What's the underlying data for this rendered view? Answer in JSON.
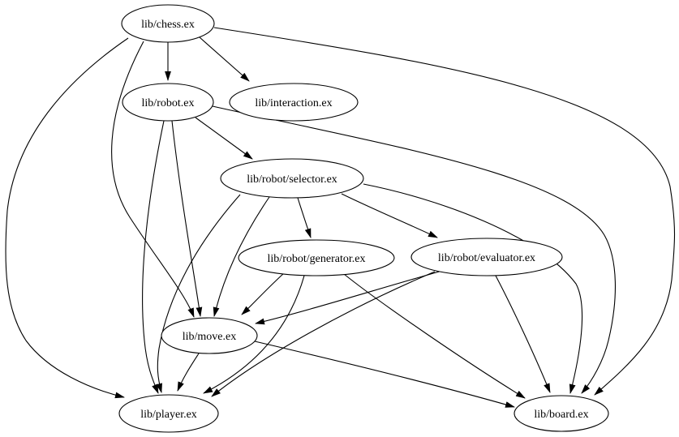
{
  "diagram": {
    "kind": "module-dependency-graph",
    "background_color": "#ffffff",
    "node_fill_color": "#ffffff",
    "node_stroke_color": "#000000",
    "edge_color": "#000000",
    "text_color": "#000000",
    "nodes": [
      {
        "id": "chess",
        "label": "lib/chess.ex"
      },
      {
        "id": "robot",
        "label": "lib/robot.ex"
      },
      {
        "id": "interaction",
        "label": "lib/interaction.ex"
      },
      {
        "id": "selector",
        "label": "lib/robot/selector.ex"
      },
      {
        "id": "generator",
        "label": "lib/robot/generator.ex"
      },
      {
        "id": "evaluator",
        "label": "lib/robot/evaluator.ex"
      },
      {
        "id": "move",
        "label": "lib/move.ex"
      },
      {
        "id": "player",
        "label": "lib/player.ex"
      },
      {
        "id": "board",
        "label": "lib/board.ex"
      }
    ],
    "edges": [
      {
        "from": "lib/chess.ex",
        "to": "lib/robot.ex"
      },
      {
        "from": "lib/chess.ex",
        "to": "lib/interaction.ex"
      },
      {
        "from": "lib/chess.ex",
        "to": "lib/move.ex"
      },
      {
        "from": "lib/chess.ex",
        "to": "lib/player.ex"
      },
      {
        "from": "lib/chess.ex",
        "to": "lib/board.ex"
      },
      {
        "from": "lib/robot.ex",
        "to": "lib/robot/selector.ex"
      },
      {
        "from": "lib/robot.ex",
        "to": "lib/move.ex"
      },
      {
        "from": "lib/robot.ex",
        "to": "lib/player.ex"
      },
      {
        "from": "lib/robot.ex",
        "to": "lib/board.ex"
      },
      {
        "from": "lib/robot/selector.ex",
        "to": "lib/robot/generator.ex"
      },
      {
        "from": "lib/robot/selector.ex",
        "to": "lib/robot/evaluator.ex"
      },
      {
        "from": "lib/robot/selector.ex",
        "to": "lib/move.ex"
      },
      {
        "from": "lib/robot/selector.ex",
        "to": "lib/player.ex"
      },
      {
        "from": "lib/robot/selector.ex",
        "to": "lib/board.ex"
      },
      {
        "from": "lib/robot/generator.ex",
        "to": "lib/move.ex"
      },
      {
        "from": "lib/robot/generator.ex",
        "to": "lib/player.ex"
      },
      {
        "from": "lib/robot/generator.ex",
        "to": "lib/board.ex"
      },
      {
        "from": "lib/robot/evaluator.ex",
        "to": "lib/move.ex"
      },
      {
        "from": "lib/robot/evaluator.ex",
        "to": "lib/player.ex"
      },
      {
        "from": "lib/robot/evaluator.ex",
        "to": "lib/board.ex"
      },
      {
        "from": "lib/move.ex",
        "to": "lib/player.ex"
      },
      {
        "from": "lib/move.ex",
        "to": "lib/board.ex"
      }
    ]
  }
}
